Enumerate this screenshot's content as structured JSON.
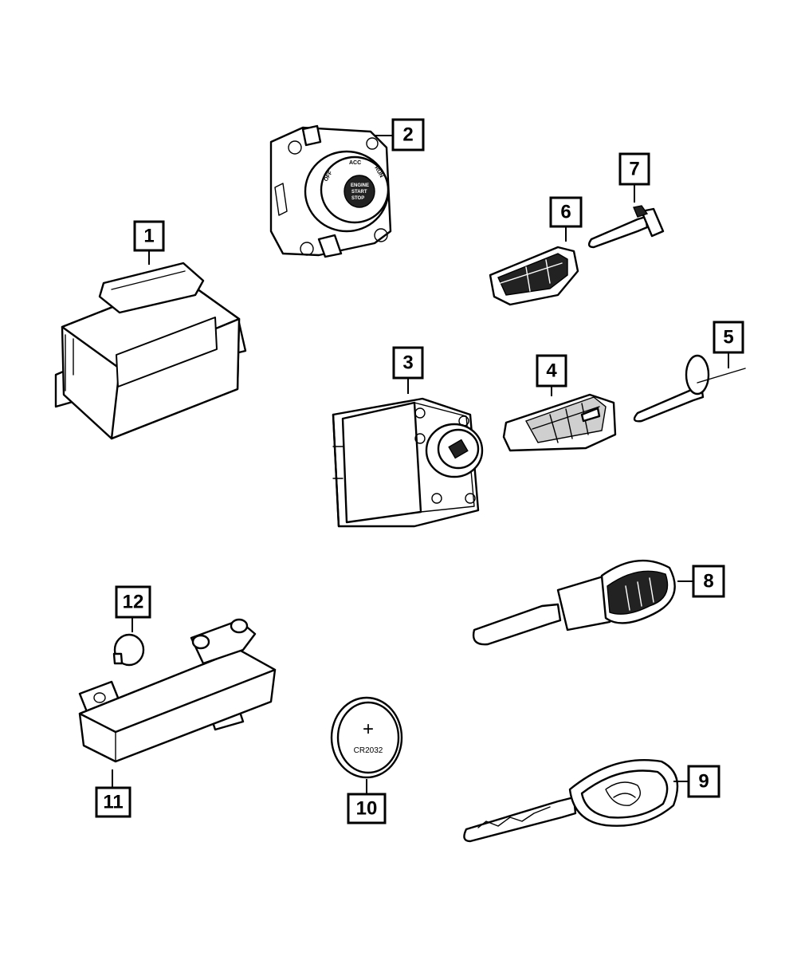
{
  "callouts": {
    "c1": "1",
    "c2": "2",
    "c3": "3",
    "c4": "4",
    "c5": "5",
    "c6": "6",
    "c7": "7",
    "c8": "8",
    "c9": "9",
    "c10": "10",
    "c11": "11",
    "c12": "12"
  },
  "ignition_labels": {
    "off": "OFF",
    "acc": "ACC",
    "run": "RUN",
    "engine": "ENGINE",
    "start": "START",
    "stop": "STOP"
  },
  "battery_label": "CR2032",
  "battery_symbol": "+"
}
